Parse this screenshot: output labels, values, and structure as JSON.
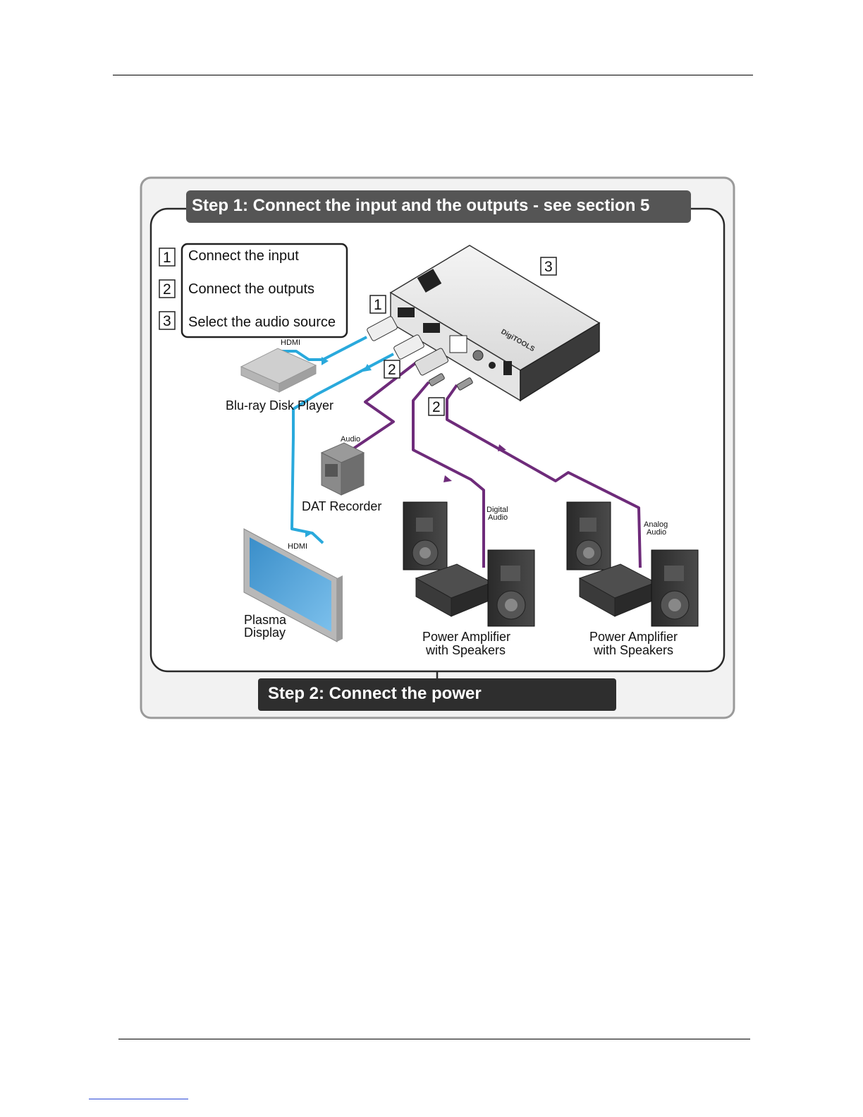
{
  "figure": {
    "step1_title": "Step 1: Connect the input and the outputs - see section 5",
    "step2_title": "Step 2: Connect the power",
    "legend": [
      {
        "number": "1",
        "label": "Connect the input"
      },
      {
        "number": "2",
        "label": "Connect the outputs"
      },
      {
        "number": "3",
        "label": "Select the audio source"
      }
    ],
    "callouts": {
      "input": "1",
      "outputs_hdmi": "2",
      "outputs_audio": "2",
      "selector": "3"
    },
    "device_brand": "DigiTOOLS",
    "devices": {
      "bluray": "Blu-ray Disk Player",
      "dat": "DAT Recorder",
      "plasma_line1": "Plasma",
      "plasma_line2": "Display",
      "amp1_line1": "Power Amplifier",
      "amp1_line2": "with Speakers",
      "amp2_line1": "Power Amplifier",
      "amp2_line2": "with Speakers"
    },
    "cables": {
      "hdmi_in": "HDMI",
      "hdmi_out": "HDMI",
      "audio": "Audio",
      "digital_line1": "Digital",
      "digital_line2": "Audio",
      "analog_line1": "Analog",
      "analog_line2": "Audio"
    },
    "colors": {
      "hdmi_cable": "#29a9dc",
      "audio_cable": "#6e2b7a",
      "title_bar": "#555555"
    }
  }
}
